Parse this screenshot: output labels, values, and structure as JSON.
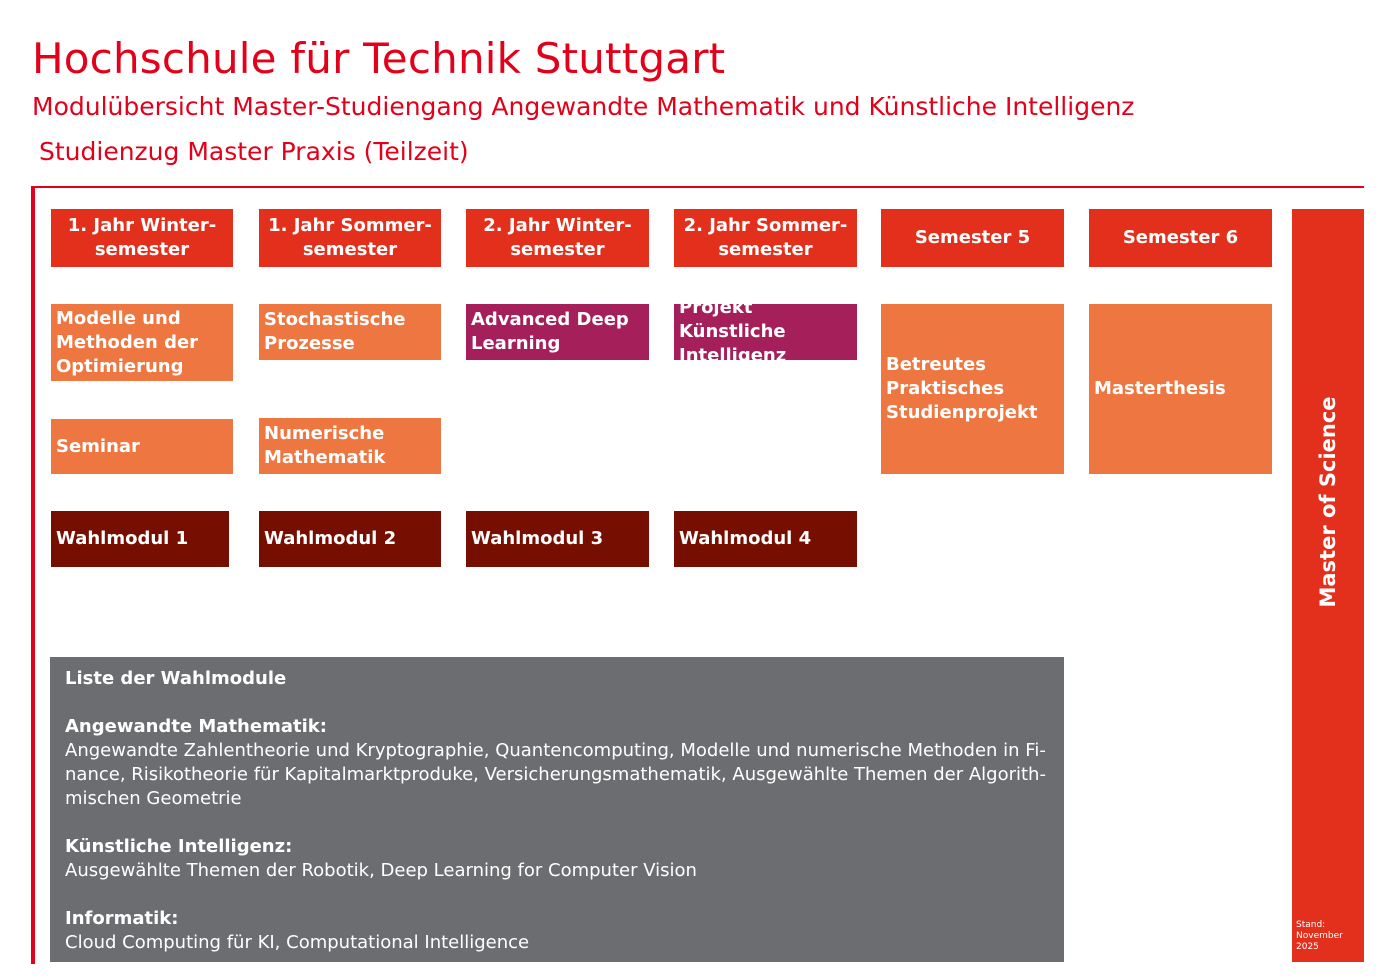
{
  "title": "Hochschule für Technik Stuttgart",
  "subtitle": "Modulübersicht Master-Studiengang Angewandte Mathematik und Künstliche Intelligenz",
  "subtitle2": "Studienzug Master Praxis (Teilzeit)",
  "semesters": [
    {
      "label": "1. Jahr Winter-\nsemester"
    },
    {
      "label": "1. Jahr Sommer-\nsemester"
    },
    {
      "label": "2. Jahr Winter-\nsemester"
    },
    {
      "label": "2. Jahr Sommer-\nsemester"
    },
    {
      "label": "Semester 5"
    },
    {
      "label": "Semester 6"
    }
  ],
  "modules": {
    "modelle": "Modelle und\nMethoden der\nOptimierung",
    "seminar": "Seminar",
    "stochastik": "Stochastische\nProzesse",
    "numerik": "Numerische\nMathematik",
    "deep_learning": "Advanced Deep\nLearning",
    "projekt_ki": "Projekt Künstliche\nIntelligenz",
    "studienprojekt": "Betreutes\nPraktisches\nStudienprojekt",
    "masterthesis": "Masterthesis"
  },
  "wahlmodule": [
    "Wahlmodul 1",
    "Wahlmodul 2",
    "Wahlmodul 3",
    "Wahlmodul 4"
  ],
  "wahl_list": {
    "heading": "Liste der Wahlmodule",
    "sections": [
      {
        "title": "Angewandte Mathematik:",
        "text": "Angewandte Zahlentheorie und Kryptographie, Quantencomputing, Modelle und numerische Methoden in Fi-\nnance, Risikotheorie für Kapitalmarktproduke, Versicherungsmathematik, Ausgewählte Themen der Algorith-\nmischen Geometrie"
      },
      {
        "title": "Künstliche Intelligenz:",
        "text": "Ausgewählte Themen der Robotik, Deep Learning for Computer Vision"
      },
      {
        "title": "Informatik:",
        "text": "Cloud Computing für KI, Computational Intelligence"
      }
    ]
  },
  "degree": "Master of Science",
  "stand": "Stand:\nNovember\n2025",
  "colors": {
    "brand_red": "#e2001a",
    "header": "#e3301c",
    "module": "#ee7640",
    "ki_module": "#a51f5b",
    "wahlmodul": "#760e01",
    "list_bg": "#6c6d70"
  }
}
